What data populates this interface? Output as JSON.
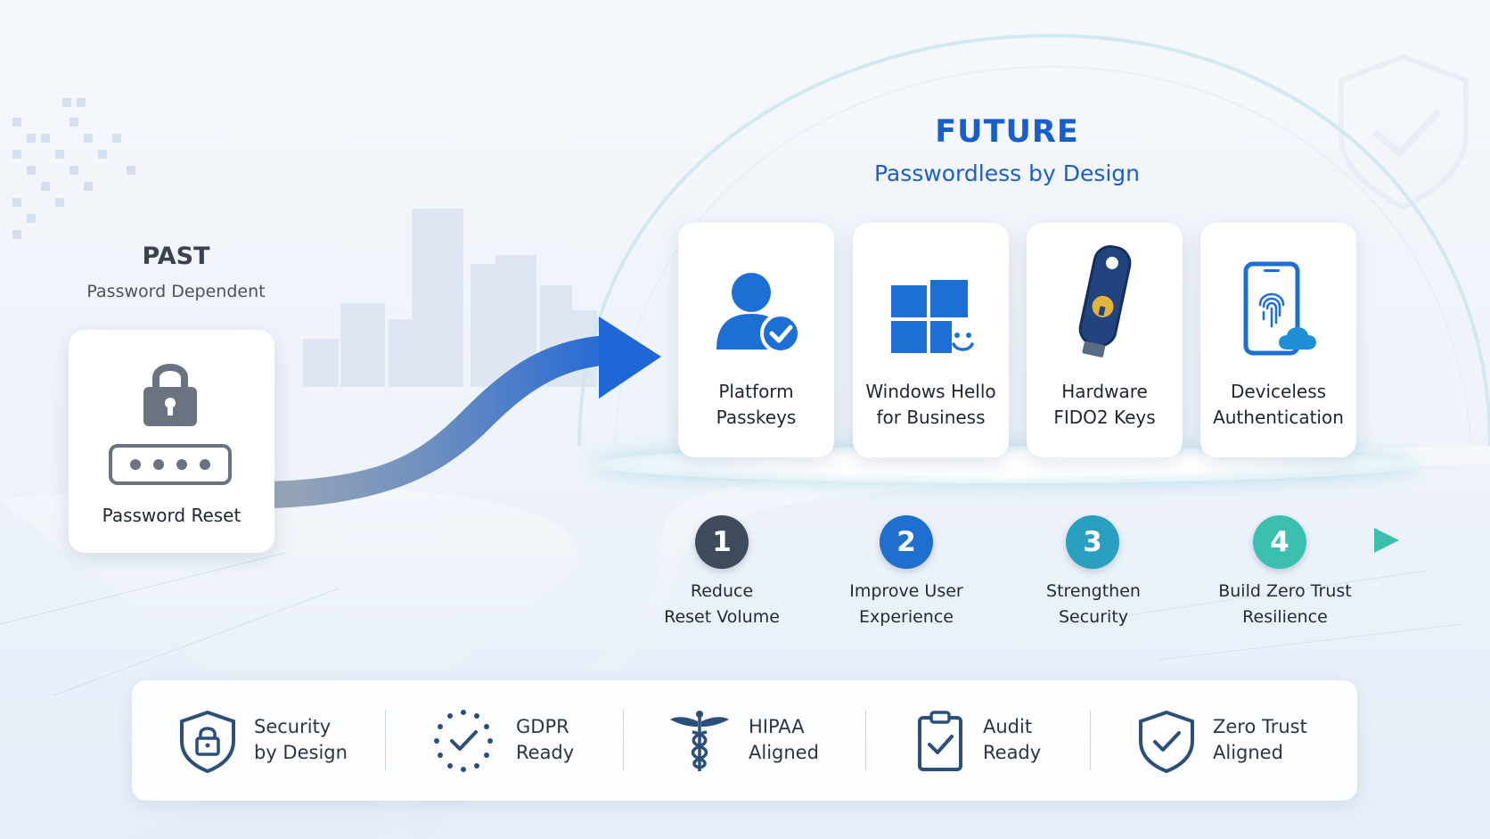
{
  "past": {
    "title": "PAST",
    "subtitle": "Password Dependent",
    "card_label": "Password Reset",
    "icons": [
      "padlock-icon",
      "password-dots-icon"
    ]
  },
  "future": {
    "title": "FUTURE",
    "subtitle": "Passwordless by Design",
    "methods": [
      {
        "line1": "Platform",
        "line2": "Passkeys",
        "icon": "user-check-icon"
      },
      {
        "line1": "Windows Hello",
        "line2": "for Business",
        "icon": "windows-smile-icon"
      },
      {
        "line1": "Hardware",
        "line2": "FIDO2 Keys",
        "icon": "security-key-icon"
      },
      {
        "line1": "Deviceless",
        "line2": "Authentication",
        "icon": "phone-fingerprint-cloud-icon"
      }
    ]
  },
  "steps": [
    {
      "number": "1",
      "line1": "Reduce",
      "line2": "Reset Volume",
      "color": "#3f4a5a"
    },
    {
      "number": "2",
      "line1": "Improve User",
      "line2": "Experience",
      "color": "#1e6fd0"
    },
    {
      "number": "3",
      "line1": "Strengthen",
      "line2": "Security",
      "color": "#2a9fbf"
    },
    {
      "number": "4",
      "line1": "Build Zero Trust",
      "line2": "Resilience",
      "color": "#3bbfae"
    }
  ],
  "compliance": [
    {
      "line1": "Security",
      "line2": "by Design",
      "icon": "shield-lock-icon"
    },
    {
      "line1": "GDPR",
      "line2": "Ready",
      "icon": "eu-stars-check-icon"
    },
    {
      "line1": "HIPAA",
      "line2": "Aligned",
      "icon": "caduceus-icon"
    },
    {
      "line1": "Audit",
      "line2": "Ready",
      "icon": "clipboard-check-icon"
    },
    {
      "line1": "Zero Trust",
      "line2": "Aligned",
      "icon": "shield-check-icon"
    }
  ],
  "colors": {
    "accent_blue": "#1a5fc9",
    "teal": "#3bbfae",
    "icon_navy": "#2c4f7a"
  }
}
